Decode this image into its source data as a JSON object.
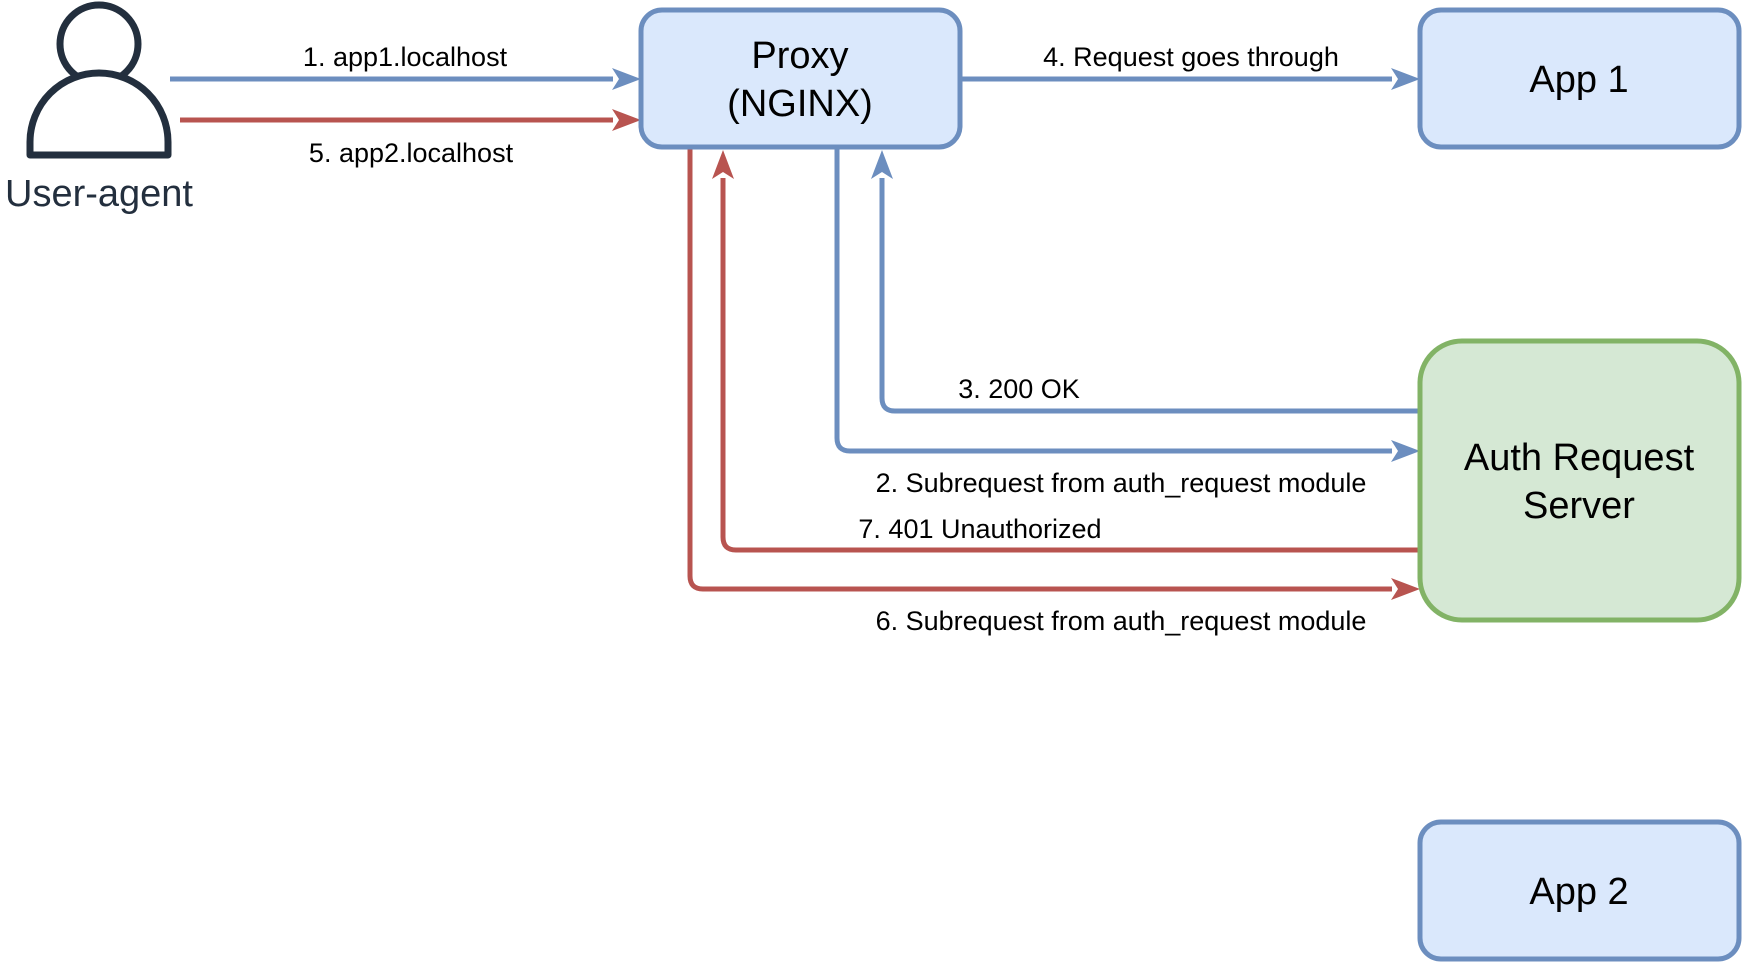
{
  "colors": {
    "blue_stroke": "#6C8EBF",
    "blue_fill": "#DAE8FC",
    "red_stroke": "#B85450",
    "green_stroke": "#82B366",
    "green_fill": "#D5E8D4",
    "actor": "#232F3E"
  },
  "nodes": {
    "user_agent": {
      "label": "User-agent",
      "icon": "user-icon"
    },
    "proxy": {
      "line1": "Proxy",
      "line2": "(NGINX)"
    },
    "app1": {
      "label": "App 1"
    },
    "auth": {
      "line1": "Auth Request",
      "line2": "Server"
    },
    "app2": {
      "label": "App 2"
    }
  },
  "edges": {
    "e1": {
      "label": "1. app1.localhost",
      "color": "blue"
    },
    "e2": {
      "label": "2. Subrequest from auth_request module",
      "color": "blue"
    },
    "e3": {
      "label": "3. 200 OK",
      "color": "blue"
    },
    "e4": {
      "label": "4. Request goes through",
      "color": "blue"
    },
    "e5": {
      "label": "5. app2.localhost",
      "color": "red"
    },
    "e6": {
      "label": "6. Subrequest from auth_request module",
      "color": "red"
    },
    "e7": {
      "label": "7. 401 Unauthorized",
      "color": "red"
    }
  }
}
